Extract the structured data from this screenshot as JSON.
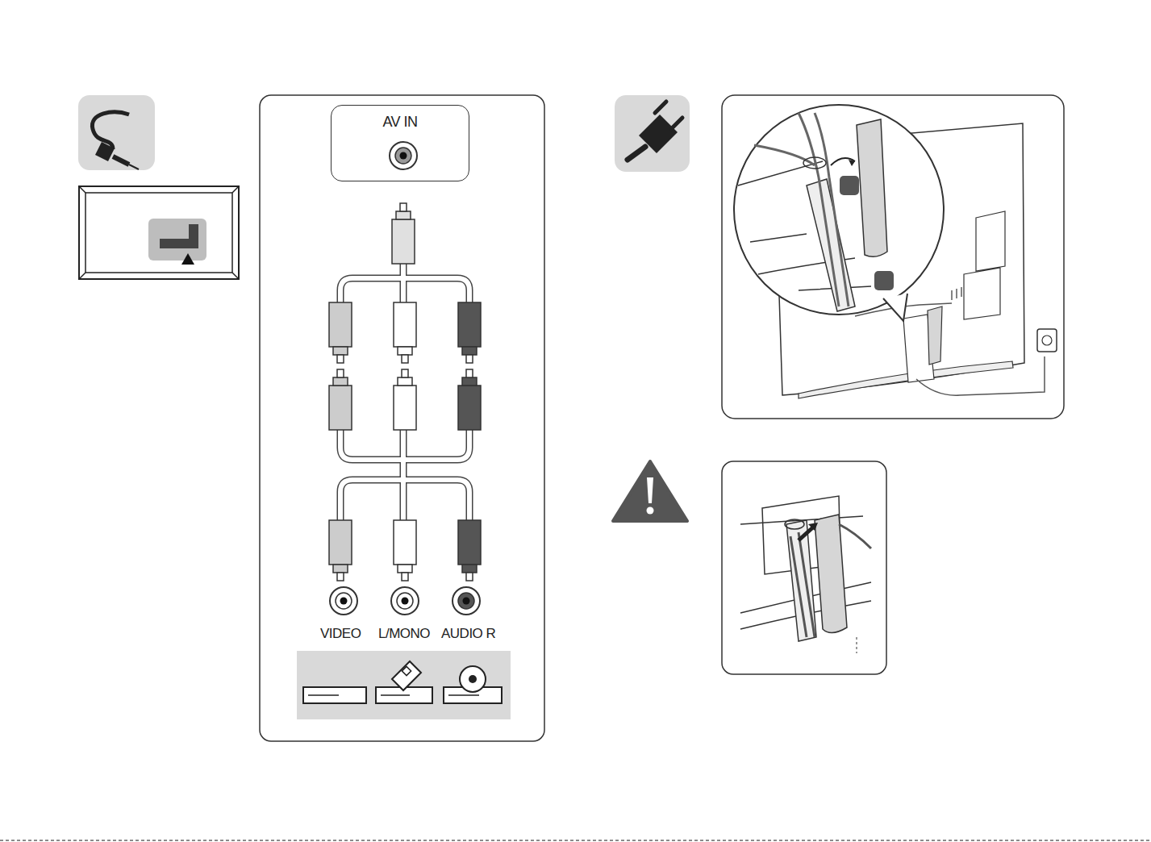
{
  "diagram": {
    "nodes": [
      {
        "text": [
          "AV IN"
        ]
      }
    ],
    "labels": [
      "VIDEO",
      "L/MONO",
      "AUDIO R"
    ]
  }
}
